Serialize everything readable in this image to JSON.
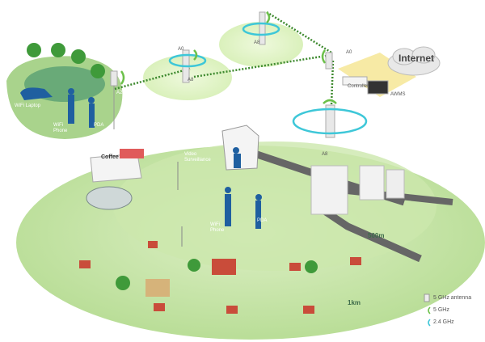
{
  "park": {
    "laptop": "WiFi Laptop",
    "phone": "WiFi Phone",
    "pda": "PDA",
    "ap": "A2"
  },
  "relay1": {
    "top": "A0",
    "bottom": "A8"
  },
  "relay2": {
    "bottom": "A8"
  },
  "core": {
    "ap": "A0",
    "controller": "Controller",
    "awms": "AWMS",
    "internet": "Internet"
  },
  "main_ap": {
    "label": "A8"
  },
  "city": {
    "coffee": "Coffee",
    "video": "Video Surveillance",
    "phone": "WiFi Phone",
    "pda": "PDA"
  },
  "distances": {
    "inner": "500m",
    "outer": "1km"
  },
  "legend": [
    {
      "icon": "antenna-icon",
      "label": "5 GHz antenna"
    },
    {
      "icon": "signal-5ghz-icon",
      "label": "5 GHz",
      "color": "#6cc04a"
    },
    {
      "icon": "signal-24ghz-icon",
      "label": "2.4 GHz",
      "color": "#3ec7d8"
    }
  ]
}
